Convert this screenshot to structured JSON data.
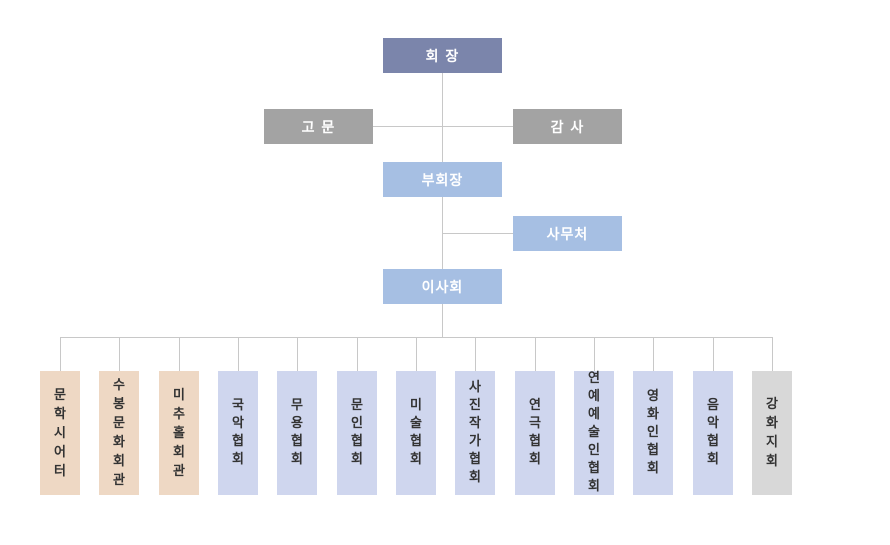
{
  "org_chart": {
    "president": "회 장",
    "adviser": "고 문",
    "auditor": "감 사",
    "vice_president": "부회장",
    "secretariat": "사무처",
    "board": "이사회",
    "members": [
      {
        "label": "문학시어터",
        "color": "beige"
      },
      {
        "label": "수봉문화회관",
        "color": "beige"
      },
      {
        "label": "미추홀회관",
        "color": "beige"
      },
      {
        "label": "국악협회",
        "color": "blue"
      },
      {
        "label": "무용협회",
        "color": "blue"
      },
      {
        "label": "문인협회",
        "color": "blue"
      },
      {
        "label": "미술협회",
        "color": "blue"
      },
      {
        "label": "사진작가협회",
        "color": "blue"
      },
      {
        "label": "연극협회",
        "color": "blue"
      },
      {
        "label": "연예예술인협회",
        "color": "blue"
      },
      {
        "label": "영화인협회",
        "color": "blue"
      },
      {
        "label": "음악협회",
        "color": "blue"
      },
      {
        "label": "강화지회",
        "color": "gray"
      }
    ],
    "colors": {
      "president": "#7b85ab",
      "officer": "#a3a3a3",
      "executive": "#a6bfe3",
      "member_beige": "#eed8c4",
      "member_blue": "#cfd6ee",
      "member_gray": "#d8d8d8",
      "connector": "#c8c8c8"
    }
  }
}
